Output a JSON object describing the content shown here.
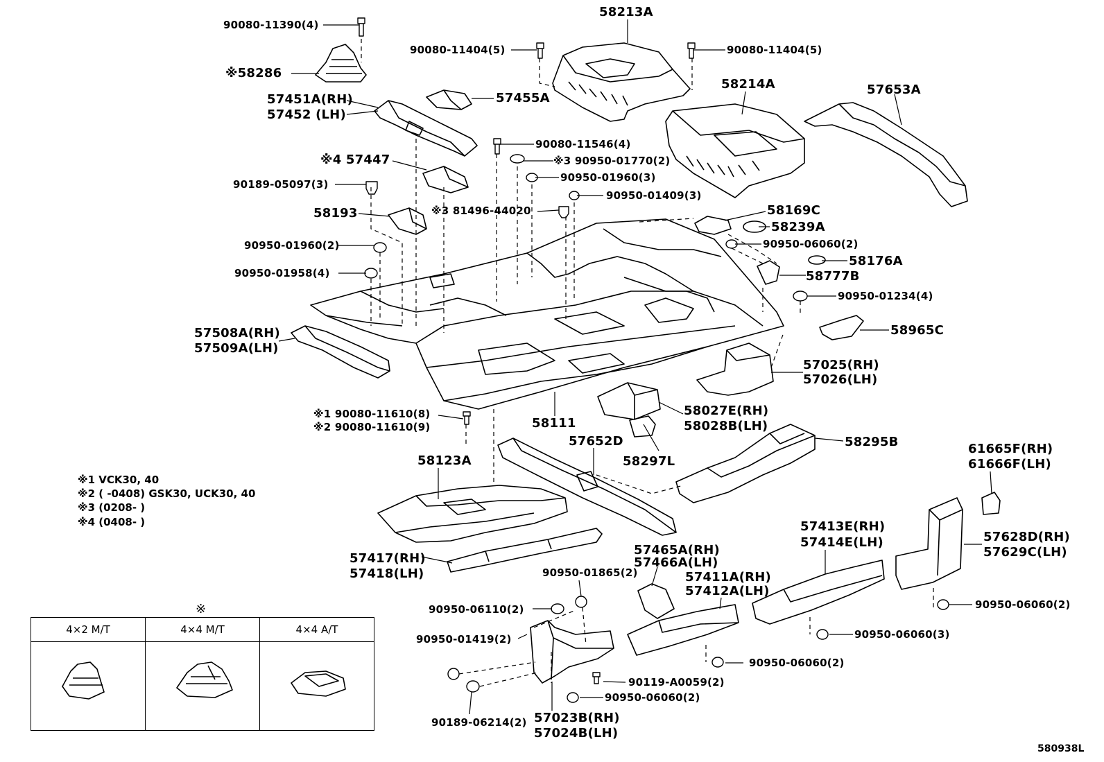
{
  "diagram": {
    "ref_code": "580938L",
    "labels": [
      {
        "id": "l1",
        "text": "90080-11390(4)"
      },
      {
        "id": "l2",
        "text": "※58286"
      },
      {
        "id": "l3",
        "text": "57451A(RH)"
      },
      {
        "id": "l4",
        "text": "57452  (LH)"
      },
      {
        "id": "l5",
        "text": "57455A"
      },
      {
        "id": "l6",
        "text": "90080-11404(5)"
      },
      {
        "id": "l7",
        "text": "58213A"
      },
      {
        "id": "l8",
        "text": "90080-11404(5)"
      },
      {
        "id": "l9",
        "text": "58214A"
      },
      {
        "id": "l10",
        "text": "57653A"
      },
      {
        "id": "l11",
        "text": "90080-11546(4)"
      },
      {
        "id": "l12",
        "text": "※4 57447"
      },
      {
        "id": "l13",
        "text": "※3 90950-01770(2)"
      },
      {
        "id": "l14",
        "text": "90950-01960(3)"
      },
      {
        "id": "l15",
        "text": "90189-05097(3)"
      },
      {
        "id": "l16",
        "text": "90950-01409(3)"
      },
      {
        "id": "l17",
        "text": "58193"
      },
      {
        "id": "l18",
        "text": "※3 81496-44020"
      },
      {
        "id": "l19",
        "text": "58169C"
      },
      {
        "id": "l20",
        "text": "58239A"
      },
      {
        "id": "l21",
        "text": "90950-01960(2)"
      },
      {
        "id": "l22",
        "text": "90950-06060(2)"
      },
      {
        "id": "l23",
        "text": "58176A"
      },
      {
        "id": "l24",
        "text": "90950-01958(4)"
      },
      {
        "id": "l25",
        "text": "58777B"
      },
      {
        "id": "l26",
        "text": "90950-01234(4)"
      },
      {
        "id": "l27",
        "text": "57508A(RH)"
      },
      {
        "id": "l28",
        "text": "57509A(LH)"
      },
      {
        "id": "l29",
        "text": "58965C"
      },
      {
        "id": "l30",
        "text": "57025(RH)"
      },
      {
        "id": "l31",
        "text": "57026(LH)"
      },
      {
        "id": "l32",
        "text": "※1 90080-11610(8)"
      },
      {
        "id": "l33",
        "text": "※2 90080-11610(9)"
      },
      {
        "id": "l34",
        "text": "58027E(RH)"
      },
      {
        "id": "l35",
        "text": "58028B(LH)"
      },
      {
        "id": "l36",
        "text": "58111"
      },
      {
        "id": "l37",
        "text": "57652D"
      },
      {
        "id": "l38",
        "text": "58295B"
      },
      {
        "id": "l39",
        "text": "58297L"
      },
      {
        "id": "l40",
        "text": "58123A"
      },
      {
        "id": "l41",
        "text": "61665F(RH)"
      },
      {
        "id": "l42",
        "text": "61666F(LH)"
      },
      {
        "id": "l43",
        "text": "57628D(RH)"
      },
      {
        "id": "l44",
        "text": "57629C(LH)"
      },
      {
        "id": "l45",
        "text": "57413E(RH)"
      },
      {
        "id": "l46",
        "text": "57414E(LH)"
      },
      {
        "id": "l47",
        "text": "57417(RH)"
      },
      {
        "id": "l48",
        "text": "57418(LH)"
      },
      {
        "id": "l49",
        "text": "57465A(RH)"
      },
      {
        "id": "l50",
        "text": "57466A(LH)"
      },
      {
        "id": "l51",
        "text": "90950-01865(2)"
      },
      {
        "id": "l52",
        "text": "57411A(RH)"
      },
      {
        "id": "l53",
        "text": "57412A(LH)"
      },
      {
        "id": "l54",
        "text": "90950-06110(2)"
      },
      {
        "id": "l55",
        "text": "90950-06060(2)"
      },
      {
        "id": "l56",
        "text": "90950-06060(3)"
      },
      {
        "id": "l57",
        "text": "90950-01419(2)"
      },
      {
        "id": "l58",
        "text": "90950-06060(2)"
      },
      {
        "id": "l59",
        "text": "90119-A0059(2)"
      },
      {
        "id": "l60",
        "text": "90950-06060(2)"
      },
      {
        "id": "l61",
        "text": "90189-06214(2)"
      },
      {
        "id": "l62",
        "text": "57023B(RH)"
      },
      {
        "id": "l63",
        "text": "57024B(LH)"
      }
    ],
    "notes": [
      "※1  VCK30, 40",
      "※2 (        -0408) GSK30, UCK30, 40",
      "※3 (0208-        )",
      "※4 (0408-        )"
    ],
    "legend": {
      "mark": "※",
      "columns": [
        "4×2 M/T",
        "4×4 M/T",
        "4×4 A/T"
      ]
    }
  }
}
